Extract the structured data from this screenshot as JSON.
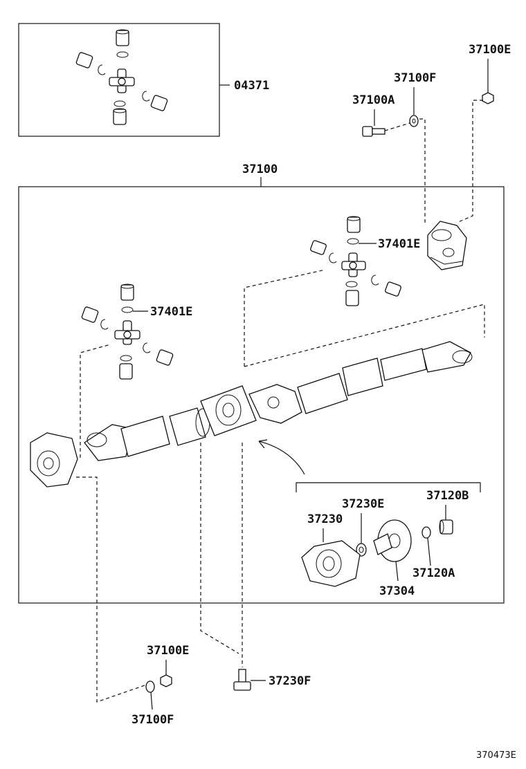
{
  "labels": {
    "kit": "04371",
    "assembly": "37100",
    "nut_top": "37100E",
    "washer_top": "37100F",
    "bolt_top": "37100A",
    "spider_right": "37401E",
    "spider_left": "37401E",
    "bearing_b": "37120B",
    "seal": "37230E",
    "center_bearing": "37230",
    "bearing_a": "37120A",
    "flange": "37304",
    "nut_bottom": "37100E",
    "bolt_bottom": "37230F",
    "washer_bottom": "37100F",
    "drawing_id": "370473E"
  }
}
